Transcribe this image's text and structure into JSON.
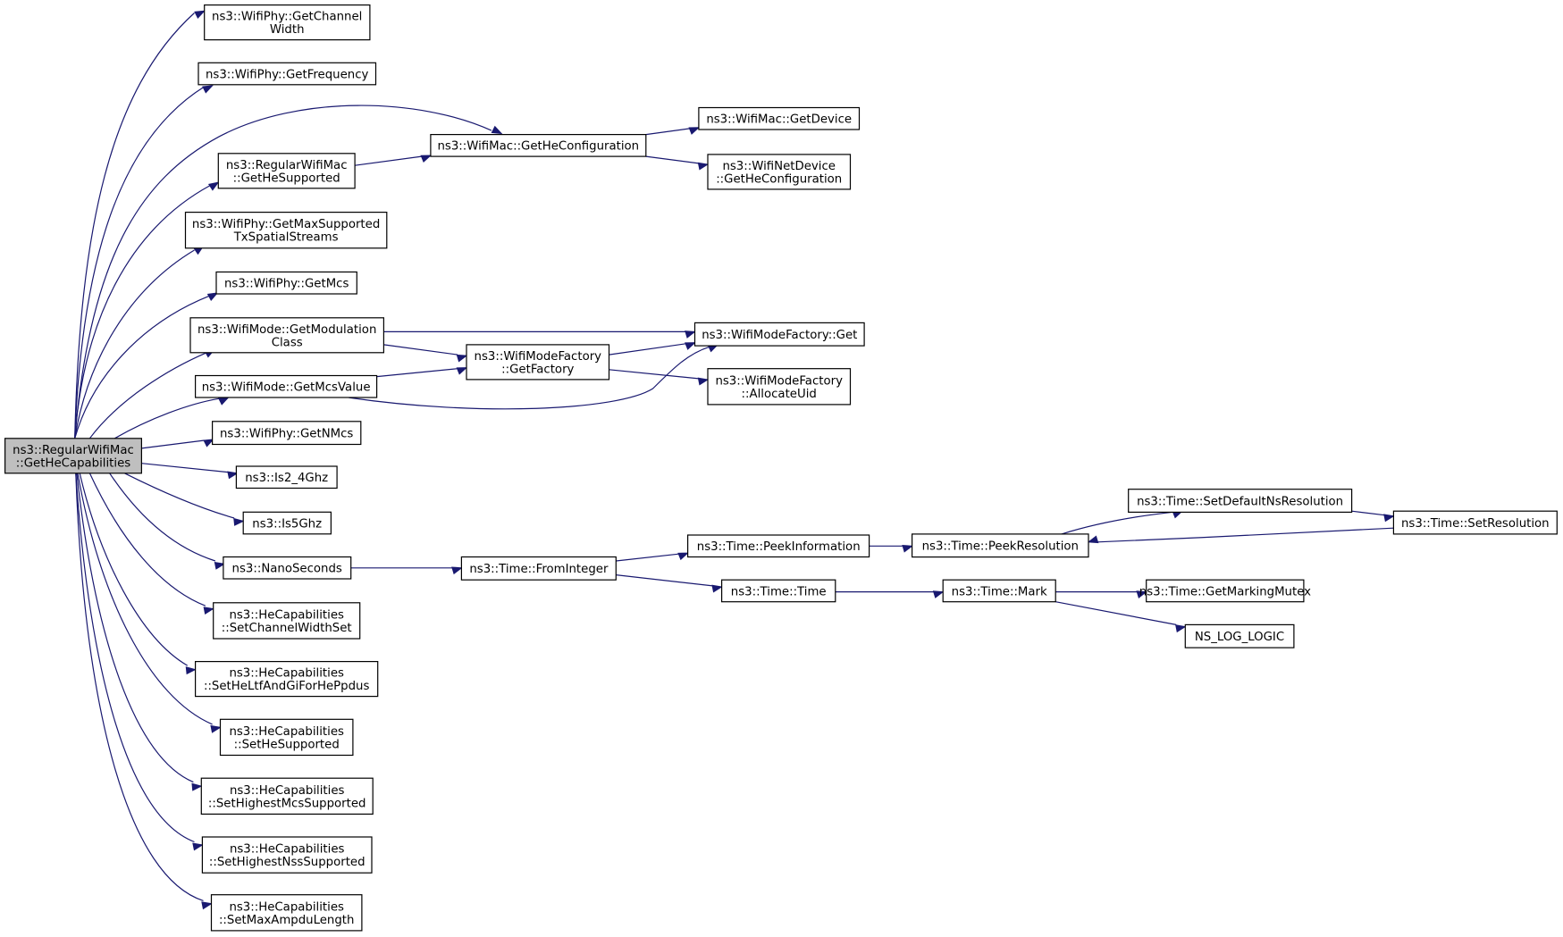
{
  "colors": {
    "edge": "#191970",
    "root_fill": "#bfbfbf",
    "node_fill": "#ffffff",
    "border": "#000000"
  },
  "nodes": {
    "root": [
      "ns3::RegularWifiMac",
      "::GetHeCapabilities"
    ],
    "phy_chw": [
      "ns3::WifiPhy::GetChannel",
      "Width"
    ],
    "phy_freq": [
      "ns3::WifiPhy::GetFrequency"
    ],
    "mac_hecfg": [
      "ns3::WifiMac::GetHeConfiguration"
    ],
    "mac_dev": [
      "ns3::WifiMac::GetDevice"
    ],
    "dev_hecfg": [
      "ns3::WifiNetDevice",
      "::GetHeConfiguration"
    ],
    "rwm_hesup": [
      "ns3::RegularWifiMac",
      "::GetHeSupported"
    ],
    "phy_maxss": [
      "ns3::WifiPhy::GetMaxSupported",
      "TxSpatialStreams"
    ],
    "phy_mcs": [
      "ns3::WifiPhy::GetMcs"
    ],
    "mode_modcls": [
      "ns3::WifiMode::GetModulation",
      "Class"
    ],
    "mf_get": [
      "ns3::WifiModeFactory::Get"
    ],
    "mf_getfac": [
      "ns3::WifiModeFactory",
      "::GetFactory"
    ],
    "mode_mcsval": [
      "ns3::WifiMode::GetMcsValue"
    ],
    "mf_alloc": [
      "ns3::WifiModeFactory",
      "::AllocateUid"
    ],
    "phy_nmcs": [
      "ns3::WifiPhy::GetNMcs"
    ],
    "is24": [
      "ns3::Is2_4Ghz"
    ],
    "is5": [
      "ns3::Is5Ghz"
    ],
    "nanos": [
      "ns3::NanoSeconds"
    ],
    "time_fromint": [
      "ns3::Time::FromInteger"
    ],
    "time_peekinfo": [
      "ns3::Time::PeekInformation"
    ],
    "time_peekres": [
      "ns3::Time::PeekResolution"
    ],
    "time_setdef": [
      "ns3::Time::SetDefaultNsResolution"
    ],
    "time_setres": [
      "ns3::Time::SetResolution"
    ],
    "time_time": [
      "ns3::Time::Time"
    ],
    "time_mark": [
      "ns3::Time::Mark"
    ],
    "time_mutex": [
      "ns3::Time::GetMarkingMutex"
    ],
    "nslog": [
      "NS_LOG_LOGIC"
    ],
    "hc_chw": [
      "ns3::HeCapabilities",
      "::SetChannelWidthSet"
    ],
    "hc_ltf": [
      "ns3::HeCapabilities",
      "::SetHeLtfAndGiForHePpdus"
    ],
    "hc_hesup": [
      "ns3::HeCapabilities",
      "::SetHeSupported"
    ],
    "hc_mcs": [
      "ns3::HeCapabilities",
      "::SetHighestMcsSupported"
    ],
    "hc_nss": [
      "ns3::HeCapabilities",
      "::SetHighestNssSupported"
    ],
    "hc_ampdu": [
      "ns3::HeCapabilities",
      "::SetMaxAmpduLength"
    ]
  }
}
